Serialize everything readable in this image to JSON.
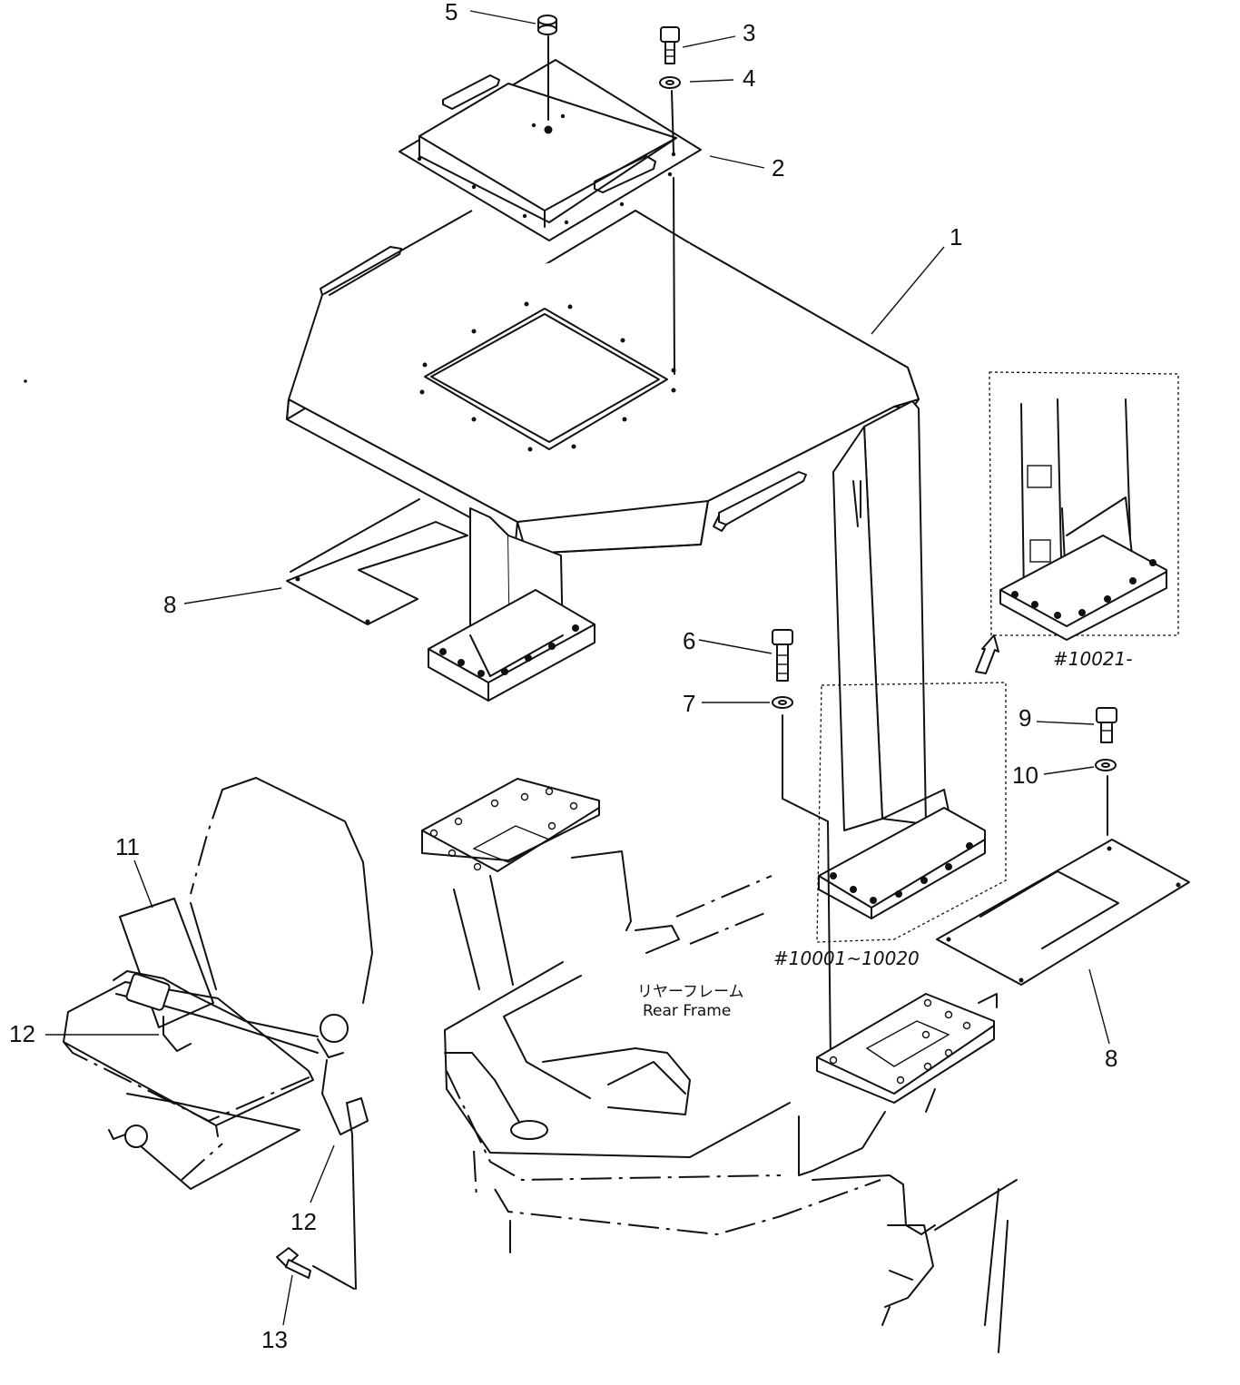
{
  "callouts": [
    {
      "id": "1",
      "label": "1"
    },
    {
      "id": "2",
      "label": "2"
    },
    {
      "id": "3",
      "label": "3"
    },
    {
      "id": "4",
      "label": "4"
    },
    {
      "id": "5",
      "label": "5"
    },
    {
      "id": "6",
      "label": "6"
    },
    {
      "id": "7",
      "label": "7"
    },
    {
      "id": "8a",
      "label": "8"
    },
    {
      "id": "8b",
      "label": "8"
    },
    {
      "id": "9",
      "label": "9"
    },
    {
      "id": "10",
      "label": "10"
    },
    {
      "id": "11",
      "label": "11"
    },
    {
      "id": "12a",
      "label": "12"
    },
    {
      "id": "12b",
      "label": "12"
    },
    {
      "id": "13",
      "label": "13"
    }
  ],
  "serial_ranges": {
    "detail_inset": "#10021-",
    "main_view": "#10001~10020"
  },
  "frame_label": {
    "japanese": "リヤーフレーム",
    "english": "Rear Frame"
  }
}
